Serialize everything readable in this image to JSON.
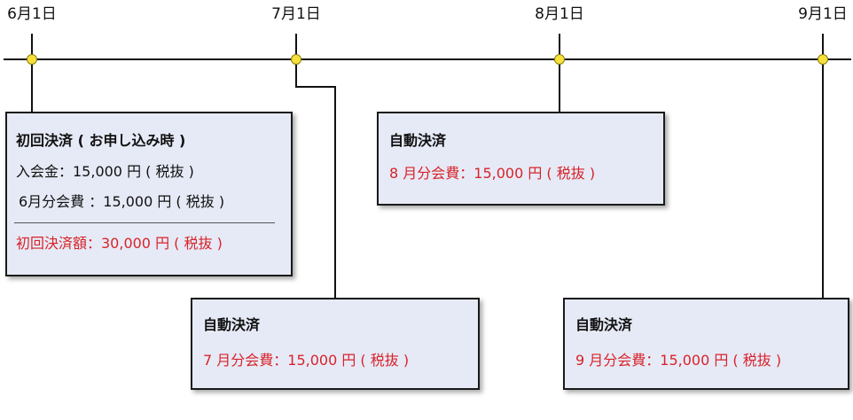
{
  "timeline": {
    "dates": [
      "6月1日",
      "7月1日",
      "8月1日",
      "9月1日"
    ]
  },
  "boxes": {
    "june": {
      "title": "初回決済 ( お申し込み時 )",
      "line1": "入会金：15,000 円 ( 税抜 )",
      "line2": "6月分会費 ：15,000 円 ( 税抜 )",
      "total": "初回決済額：30,000 円 ( 税抜 )"
    },
    "july": {
      "title": "自動決済",
      "fee": "7 月分会費：15,000 円 ( 税抜 )"
    },
    "august": {
      "title": "自動決済",
      "fee": "8 月分会費：15,000 円 ( 税抜 )"
    },
    "september": {
      "title": "自動決済",
      "fee": "9 月分会費：15,000 円 ( 税抜 )"
    }
  },
  "colors": {
    "dot": "#f5e13a",
    "box_fill": "#e6eaf6",
    "highlight_text": "#d8232a"
  }
}
